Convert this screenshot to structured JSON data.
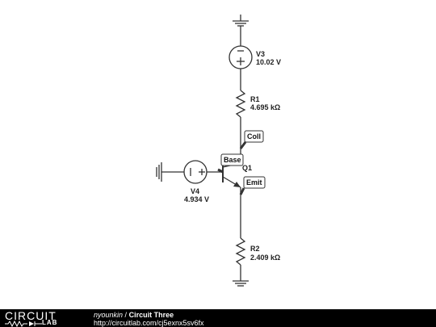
{
  "components": {
    "v3": {
      "name": "V3",
      "value": "10.02 V"
    },
    "r1": {
      "name": "R1",
      "value": "4.695 kΩ"
    },
    "q1": {
      "name": "Q1"
    },
    "v4": {
      "name": "V4",
      "value": "4.934 V"
    },
    "r2": {
      "name": "R2",
      "value": "2.409 kΩ"
    }
  },
  "probes": {
    "coll": "Coll",
    "base": "Base",
    "emit": "Emit"
  },
  "footer": {
    "logo_top": "CIRCUIT",
    "logo_bottom": "LAB",
    "user": "nyounkin",
    "separator": "/",
    "title": "Circuit Three",
    "url": "http://circuitlab.com/cj5exnx5sv6fx"
  },
  "colors": {
    "wire": "#333333",
    "footer_background": "#000000",
    "probe_fill": "#ffffff"
  }
}
